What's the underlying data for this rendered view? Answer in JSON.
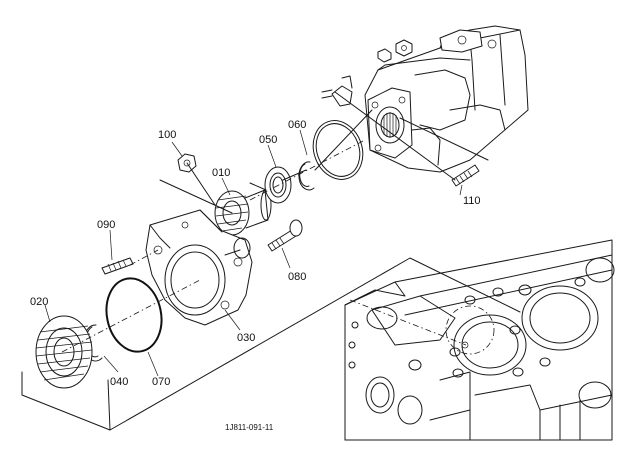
{
  "diagram": {
    "part_labels": {
      "p010": "010",
      "p020": "020",
      "p030": "030",
      "p040": "040",
      "p050": "050",
      "p060": "060",
      "p070": "070",
      "p080": "080",
      "p090": "090",
      "p100": "100",
      "p110": "110"
    },
    "drawing_code": "1J811-091-11"
  }
}
